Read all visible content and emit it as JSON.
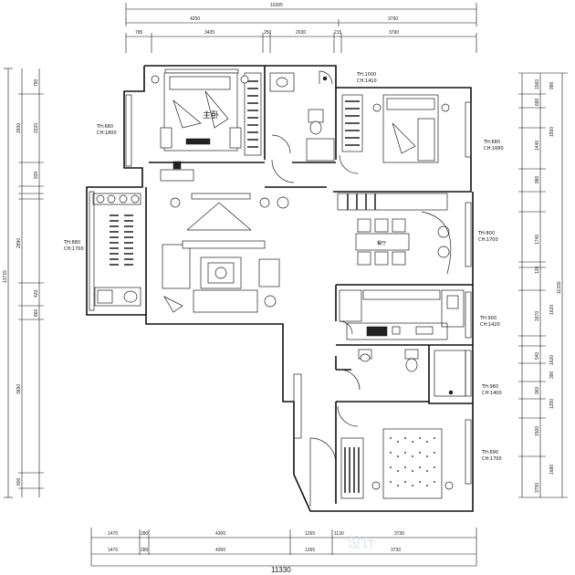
{
  "dimensions": {
    "top_total": "10365",
    "top_row1": [
      "4250",
      "3790"
    ],
    "top_row2": [
      "785",
      "3435",
      "250",
      "2030",
      "215",
      "3790"
    ],
    "bottom_total": "11330",
    "bottom_row1": [
      "1470",
      "280",
      "4300",
      "1265",
      "1130",
      "3730"
    ],
    "bottom_row2": [
      "1470",
      "280",
      "4300",
      "1265",
      "3730"
    ],
    "left_total": "13715",
    "left_col": [
      "790",
      "2600",
      "2220",
      "930",
      "2890",
      "420",
      "860",
      "3690",
      "800"
    ],
    "right_total": "11330",
    "right_col": [
      "1560",
      "990",
      "680",
      "1440",
      "880",
      "1550",
      "1740",
      "120",
      "1870",
      "540",
      "1500",
      "1620",
      "1620",
      "390",
      "960",
      "1250",
      "1680",
      "3750"
    ]
  },
  "windows": [
    {
      "key": "w1",
      "text": "TH:1000",
      "text2": "CH:1410"
    },
    {
      "key": "w2",
      "text": "TH:680",
      "text2": "CH:1800"
    },
    {
      "key": "w3",
      "text": "TH:680",
      "text2": "CH:1680"
    },
    {
      "key": "w4",
      "text": "TH:880",
      "text2": "CH:1700"
    },
    {
      "key": "w5",
      "text": "TH:800",
      "text2": "CH:1700"
    },
    {
      "key": "w6",
      "text": "TH:900",
      "text2": "CH:1420"
    },
    {
      "key": "w7",
      "text": "TH:980",
      "text2": "CH:1400"
    },
    {
      "key": "w8",
      "text": "TH:690",
      "text2": "CH:1700"
    }
  ],
  "rooms": {
    "master_bedroom": "主卧",
    "dining": "餐厅"
  },
  "watermark": "设计"
}
